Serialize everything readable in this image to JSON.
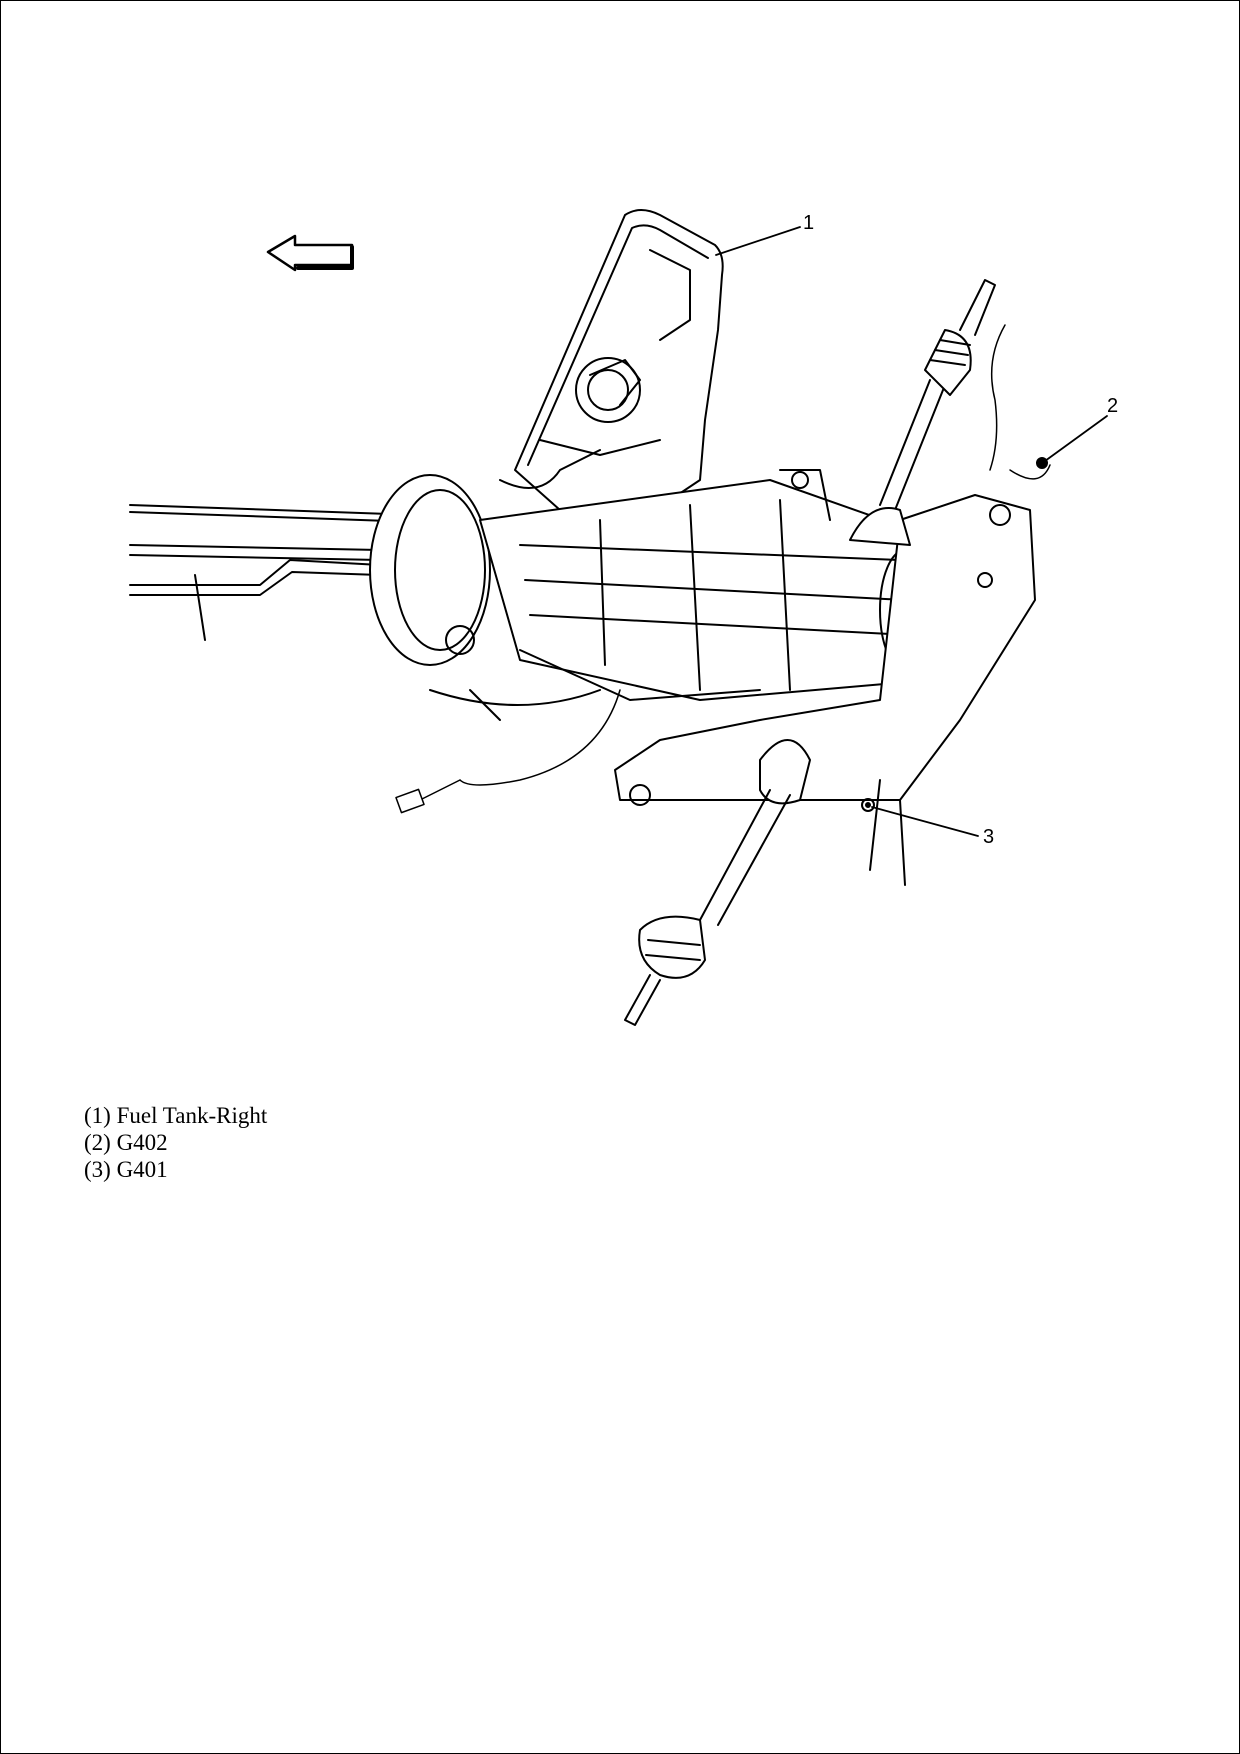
{
  "diagram": {
    "direction_arrow_icon": "arrow-left-icon",
    "callouts": [
      "1",
      "2",
      "3"
    ]
  },
  "legend": {
    "items": [
      "(1) Fuel Tank-Right",
      "(2) G402",
      "(3) G401"
    ]
  }
}
